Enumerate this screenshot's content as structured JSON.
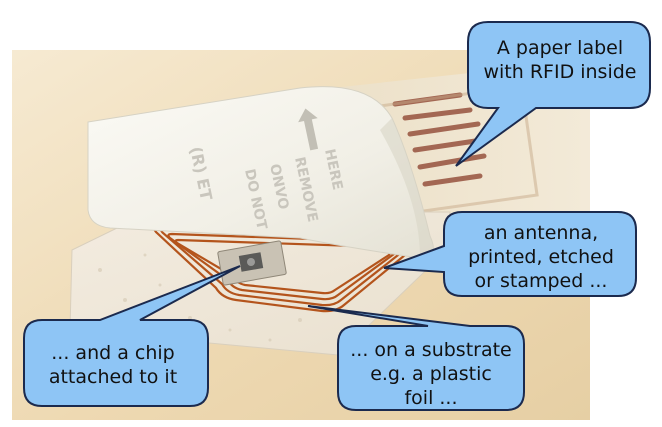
{
  "callouts": {
    "rfid_label": "A paper label\nwith RFID inside",
    "antenna": "an antenna,\nprinted, etched\nor stamped ...",
    "chip": "... and a chip\nattached to it",
    "substrate": "... on a substrate\ne.g. a plastic\nfoil ..."
  },
  "label_print": {
    "arrow_text": "HERE",
    "line1": "REMOVE",
    "line2": "ONVO",
    "line3": "DO NOT",
    "line4": "(R) ET"
  },
  "colors": {
    "callout_fill": "#8ec5f5",
    "callout_stroke": "#1b2a4e",
    "antenna": "#b4541c",
    "background_warm": "#efdcb8"
  }
}
